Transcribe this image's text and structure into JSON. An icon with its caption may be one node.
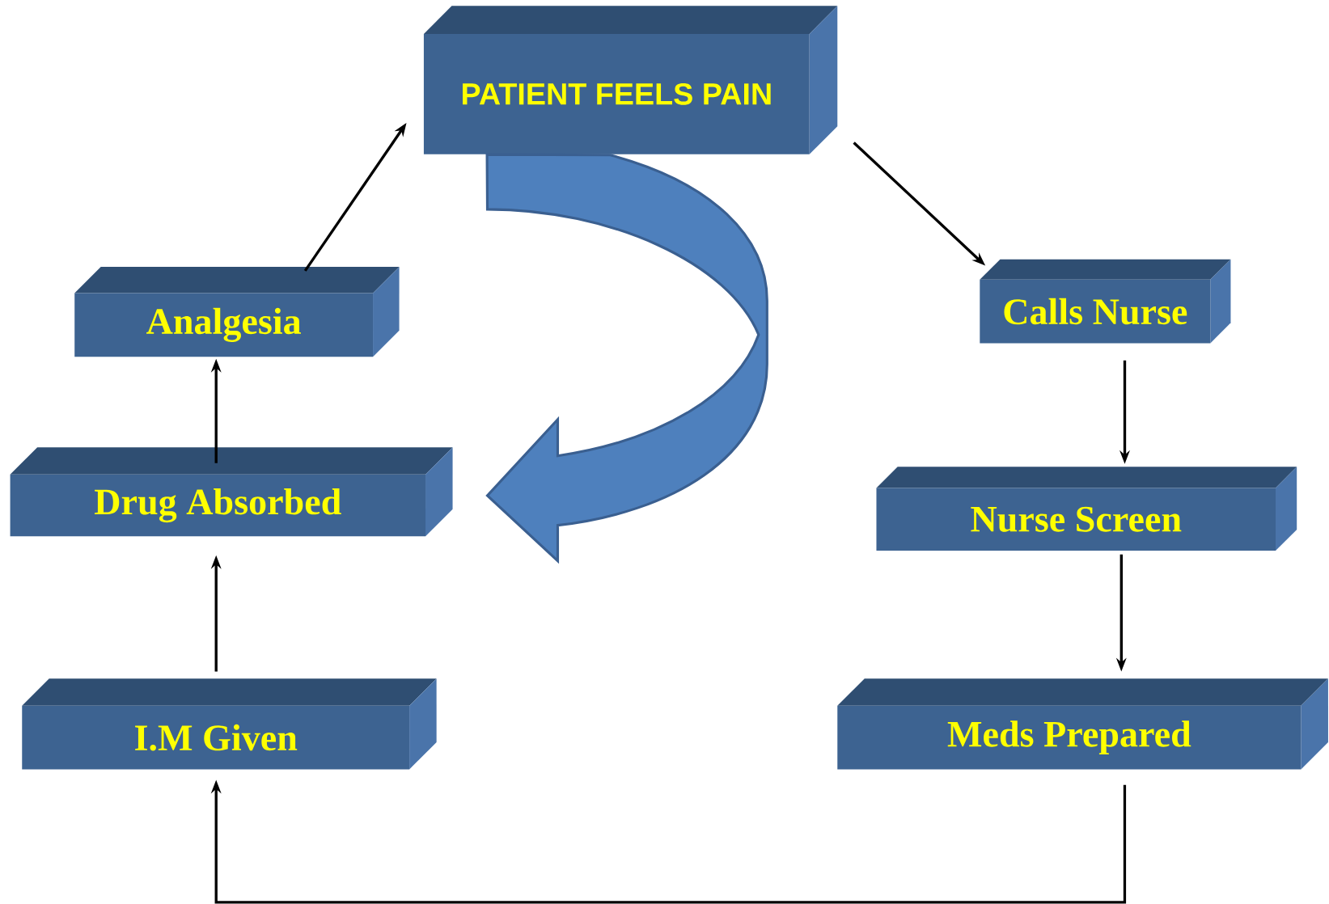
{
  "diagram": {
    "nodes": [
      {
        "text": [
          "PATIENT FEELS PAIN"
        ]
      },
      {
        "text": [
          "Calls Nurse"
        ]
      },
      {
        "text": [
          "Nurse Screen"
        ]
      },
      {
        "text": [
          "Meds Prepared"
        ]
      },
      {
        "text": [
          "I.M Given"
        ]
      },
      {
        "text": [
          "Drug  Absorbed"
        ]
      },
      {
        "text": [
          "Analgesia"
        ]
      }
    ],
    "edges": [
      {
        "from": 0,
        "to": 1,
        "arrow": "to"
      },
      {
        "from": 1,
        "to": 2,
        "arrow": "to"
      },
      {
        "from": 2,
        "to": 3,
        "arrow": "to"
      },
      {
        "from": 3,
        "to": 4,
        "arrow": "to"
      },
      {
        "from": 4,
        "to": 5,
        "arrow": "to"
      },
      {
        "from": 5,
        "to": 6,
        "arrow": "to"
      },
      {
        "from": 6,
        "to": 0,
        "arrow": "to"
      },
      {
        "from": 0,
        "to": null,
        "arrow": "to",
        "style": "thick"
      }
    ]
  }
}
